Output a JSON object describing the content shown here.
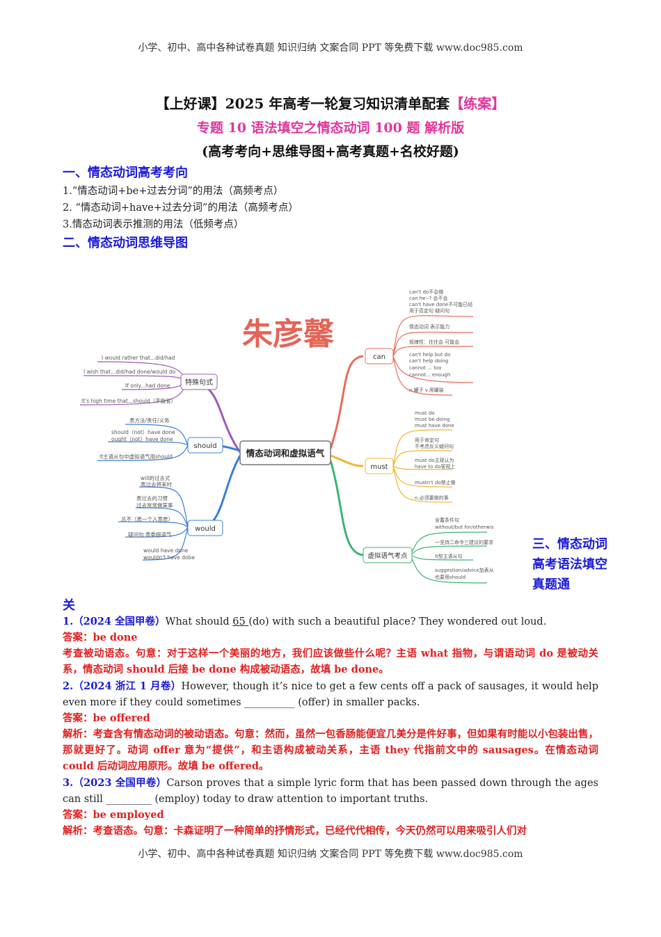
{
  "header_text": "小学、初中、高中各种试卷真题 知识归纳 文案合同 PPT 等免费下载   www.doc985.com",
  "footer_text": "小学、初中、高中各种试卷真题 知识归纳 文案合同 PPT 等免费下载   www.doc985.com",
  "title": {
    "line1_main": "【上好课】2025 年高考一轮复习知识清单配套",
    "line1_tag": "【练案】",
    "line2": "专题 10 语法填空之情态动词 100 题 解析版",
    "line3": "(高考考向+思维导图+高考真题+名校好题)"
  },
  "section1": {
    "heading": "一、情态动词高考考向",
    "items": [
      "1.“情态动词+be+过去分词”的用法（高频考点）",
      "2. “情态动词+have+过去分词”的用法（高频考点）",
      "3.情态动词表示推测的用法（低频考点）"
    ]
  },
  "section2": {
    "heading": "二、情态动词思维导图"
  },
  "mindmap": {
    "watermark": "朱彦馨",
    "center": "情态动词和虚拟语气",
    "branches": {
      "special": {
        "label": "特殊句式",
        "leaves": [
          "I would rather that...did/had",
          "I wish that...did/had done/would do",
          "If only...had done",
          "It's high time that...should（不能省）"
        ]
      },
      "should": {
        "label": "should",
        "leaves": [
          "表方法/责任/义务",
          "should（not）have done",
          "ought（not）have done",
          "It主语从句中虚拟语气用should"
        ]
      },
      "would": {
        "label": "would",
        "leaves": [
          "will的过去式",
          "表过去将来时",
          "表过去的习惯",
          "过去常常做某事",
          "总不（表一个人意愿）",
          "疑问句 表委婉语气",
          "would have done",
          "wouldn't have dobe"
        ]
      },
      "can": {
        "label": "can",
        "leaves": [
          "can't do不会做",
          "can he--? 会不会",
          "can't have done不可能已经",
          "用于否定句 疑问句",
          "情态动词 表示能力",
          "规律性：往往会 可能会",
          "can't help but do",
          "can't help doing",
          "cannot ... too",
          "cannot... enough",
          "n.罐子 v.用罐装"
        ]
      },
      "must": {
        "label": "must",
        "leaves": [
          "must do",
          "must be doing",
          "must have done",
          "用于肯定句",
          "不考虑反义疑问句",
          "must do主观认为",
          "have to do客观上",
          "mustn't do禁止做",
          "n.必须要做的事"
        ]
      },
      "subj": {
        "label": "虚拟语气考点",
        "leaves": [
          "含蓄条件句",
          "without/but for/otherwise/or",
          "一坚持二命令三建议的要求",
          "It型主语从句",
          "suggestion/advice加表从/同位语从句",
          "也要用should"
        ]
      }
    }
  },
  "section3": {
    "heading_a": "三、情态动词高考语法填空真题通",
    "heading_b": "关"
  },
  "questions": [
    {
      "source": "1.（2024 全国甲卷）",
      "pre": "What should ",
      "blank": " 65 ",
      "post": "(do) with such a beautiful place? They wondered out loud.",
      "answer": "答案：be done",
      "analysis": "考查被动语态。句意：对于这样一个美丽的地方，我们应该做些什么呢？主语 what 指物，与谓语动词 do 是被动关系，情态动词 should 后接 be done 构成被动语态，故填 be done。"
    },
    {
      "source": "2.（2024 浙江 1 月卷）",
      "pre": "However, though it’s nice to get a few cents off a pack of sausages, it would help even more if they could sometimes ",
      "blank": "__________",
      "post": " (offer) in smaller packs.",
      "answer": "答案：be offered",
      "analysis": "解析：考查含有情态动词的被动语态。句意：然而，虽然一包香肠能便宜几美分是件好事，但如果有时能以小包装出售，那就更好了。动词 offer 意为“提供”，和主语构成被动关系，主语 they 代指前文中的 sausages。在情态动词 could 后动词应用原形。故填 be offered。"
    },
    {
      "source": "3.（2023 全国甲卷）",
      "pre": "Carson proves that a simple lyric form that has been passed down through the ages can still ",
      "blank": "_________",
      "post": " (employ) today to draw attention to important truths.",
      "answer": "答案：be employed",
      "analysis": "解析：考查语态。句意：卡森证明了一种简单的抒情形式，已经代代相传，今天仍然可以用来吸引人们对"
    }
  ]
}
